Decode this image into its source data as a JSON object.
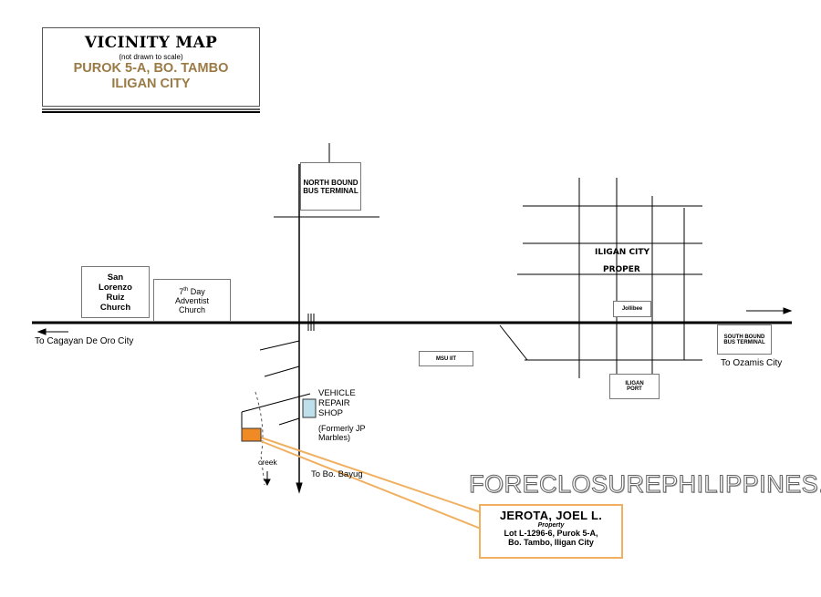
{
  "title": {
    "heading": "VICINITY MAP",
    "note": "(not drawn to scale)",
    "line1": "PUROK 5-A, BO. TAMBO",
    "line2": "ILIGAN CITY"
  },
  "landmarks": {
    "north_terminal": "NORTH BOUND BUS TERMINAL",
    "church1": "San Lorenzo Ruiz Church",
    "church2_line1": "7",
    "church2_sup": "th",
    "church2_line1b": " Day",
    "church2_line2": "Adventist",
    "church2_line3": "Church",
    "iligan_proper_1": "ILIGAN CITY",
    "iligan_proper_2": "PROPER",
    "jollibee": "Jollibee",
    "msu": "MSU IIT",
    "port": "ILIGAN PORT",
    "south_terminal": "SOUTH BOUND BUS TERMINAL",
    "repair_shop": "VEHICLE REPAIR SHOP",
    "formerly": "(Formerly JP Marbles)",
    "creek": "creek"
  },
  "directions": {
    "west": "To Cagayan De Oro City",
    "east": "To Ozamis City",
    "south": "To Bo. Bayug"
  },
  "property": {
    "owner": "JEROTA, JOEL L.",
    "label": "Property",
    "address1": "Lot L-1296-6, Purok 5-A,",
    "address2": "Bo. Tambo, Iligan City"
  },
  "watermark": "FORECLOSUREPHILIPPINES.COM",
  "colors": {
    "property": "#f08a24",
    "callout": "#f0b060",
    "shop": "#bde0ea",
    "title_accent": "#9a7a45"
  }
}
